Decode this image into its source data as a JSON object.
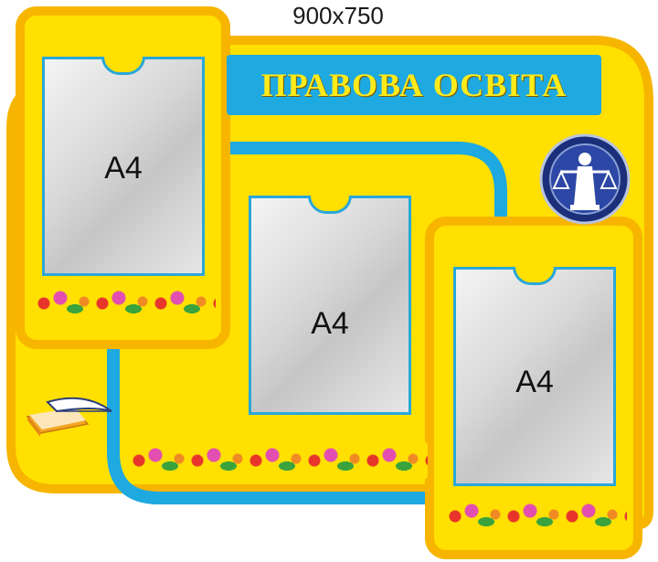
{
  "size_label": "900x750",
  "title": "ПРАВОВА ОСВІТА",
  "pockets": {
    "left": "A4",
    "center": "A4",
    "right": "A4"
  },
  "colors": {
    "board": "#ffe000",
    "rim": "#f7b500",
    "accent": "#1ea9e1",
    "title_text": "#ffeb1a"
  },
  "decorations": {
    "emblem": "scales-of-justice-icon",
    "book": "book-with-quill-icon",
    "ornament": "floral-ornament"
  }
}
